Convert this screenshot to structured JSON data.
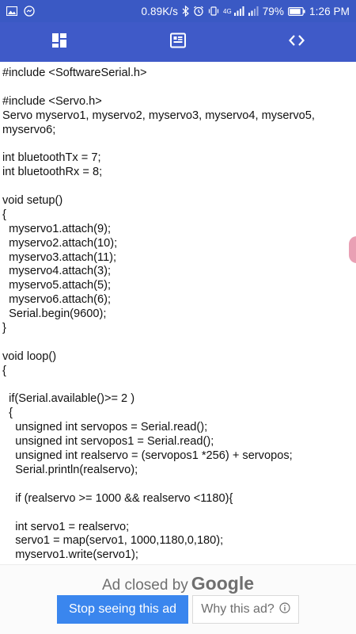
{
  "status_bar": {
    "network_speed": "0.89K/s",
    "signal_type": "4G",
    "battery_percent": "79%",
    "time": "1:26 PM",
    "icons": [
      "image-icon",
      "messenger-icon",
      "bluetooth-icon",
      "alarm-icon",
      "vibrate-icon",
      "signal-icon",
      "signal-icon",
      "battery-icon"
    ]
  },
  "toolbar": {
    "buttons": [
      "dashboard-icon",
      "board-icon",
      "code-icon"
    ]
  },
  "code": {
    "lines": [
      "#include <SoftwareSerial.h>",
      "",
      "#include <Servo.h>",
      "Servo myservo1, myservo2, myservo3, myservo4, myservo5,",
      "myservo6;",
      "",
      "int bluetoothTx = 7;",
      "int bluetoothRx = 8;",
      "",
      "void setup()",
      "{",
      "  myservo1.attach(9);",
      "  myservo2.attach(10);",
      "  myservo3.attach(11);",
      "  myservo4.attach(3);",
      "  myservo5.attach(5);",
      "  myservo6.attach(6);",
      "  Serial.begin(9600);",
      "}",
      "",
      "void loop()",
      "{",
      "",
      "  if(Serial.available()>= 2 )",
      "  {",
      "    unsigned int servopos = Serial.read();",
      "    unsigned int servopos1 = Serial.read();",
      "    unsigned int realservo = (servopos1 *256) + servopos;",
      "    Serial.println(realservo);",
      "",
      "    if (realservo >= 1000 && realservo <1180){",
      "",
      "    int servo1 = realservo;",
      "    servo1 = map(servo1, 1000,1180,0,180);",
      "    myservo1.write(servo1);"
    ]
  },
  "ad": {
    "closed_text": "Ad closed by",
    "brand": "Google",
    "stop_button": "Stop seeing this ad",
    "why_button": "Why this ad?",
    "colors": {
      "stop_button_bg": "#3a86ee"
    }
  },
  "colors": {
    "status_bar_bg": "#3a59c4",
    "toolbar_bg": "#3f5ac8",
    "scroll_handle": "#e9a0b4"
  }
}
